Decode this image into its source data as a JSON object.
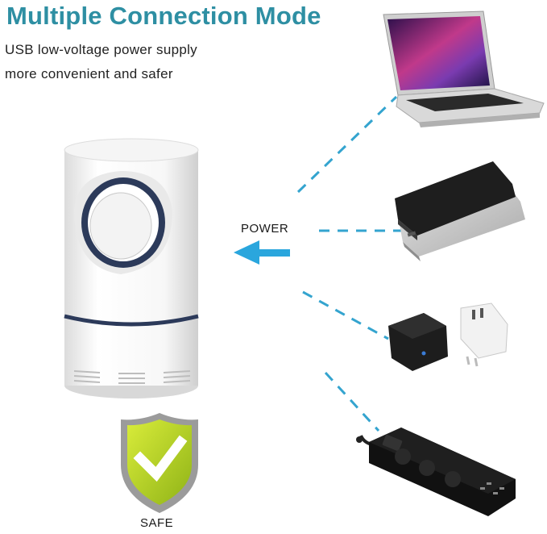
{
  "header": {
    "title": "Multiple Connection Mode",
    "line1": "USB low-voltage power supply",
    "line2": "more convenient and safer"
  },
  "labels": {
    "power": "POWER",
    "safe": "SAFE"
  },
  "colors": {
    "title": "#2e8fa3",
    "dash": "#34a4cf",
    "arrow": "#2aa6dd",
    "shield_green": "#b5d420",
    "shield_frame": "#8a8a8a"
  },
  "icons": [
    "lamp-device",
    "laptop-icon",
    "power-bank-icon",
    "wall-adapter-icon",
    "power-strip-icon",
    "shield-check-icon",
    "arrow-left-icon"
  ]
}
